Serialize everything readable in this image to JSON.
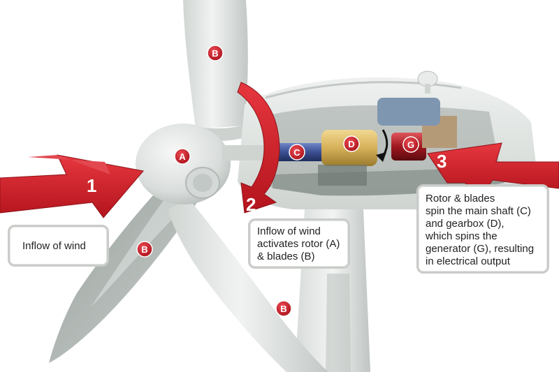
{
  "labels": {
    "part_a": "A",
    "part_b": "B",
    "part_c": "C",
    "part_d": "D",
    "part_g": "G"
  },
  "steps": [
    "1",
    "2",
    "3"
  ],
  "callouts": {
    "step1": {
      "lines": [
        "Inflow of wind"
      ]
    },
    "step2": {
      "lines": [
        "Inflow of wind",
        "activates rotor (A)",
        "& blades (B)"
      ]
    },
    "step3": {
      "lines": [
        "Rotor & blades",
        "spin the main shaft (C)",
        "and gearbox (D),",
        "which spins the",
        "generator (G), resulting",
        "in electrical output"
      ]
    }
  },
  "colors": {
    "arrow_red": "#d4202b",
    "arrow_dark": "#8e1218",
    "badge_red": "#cc1f2b",
    "turbine_white": "#e9ecea",
    "turbine_shadow": "#c5cac7",
    "shaft_blue": "#3b4f92",
    "gearbox_gold": "#d6b15a",
    "callout_border": "#c9ccc8"
  }
}
